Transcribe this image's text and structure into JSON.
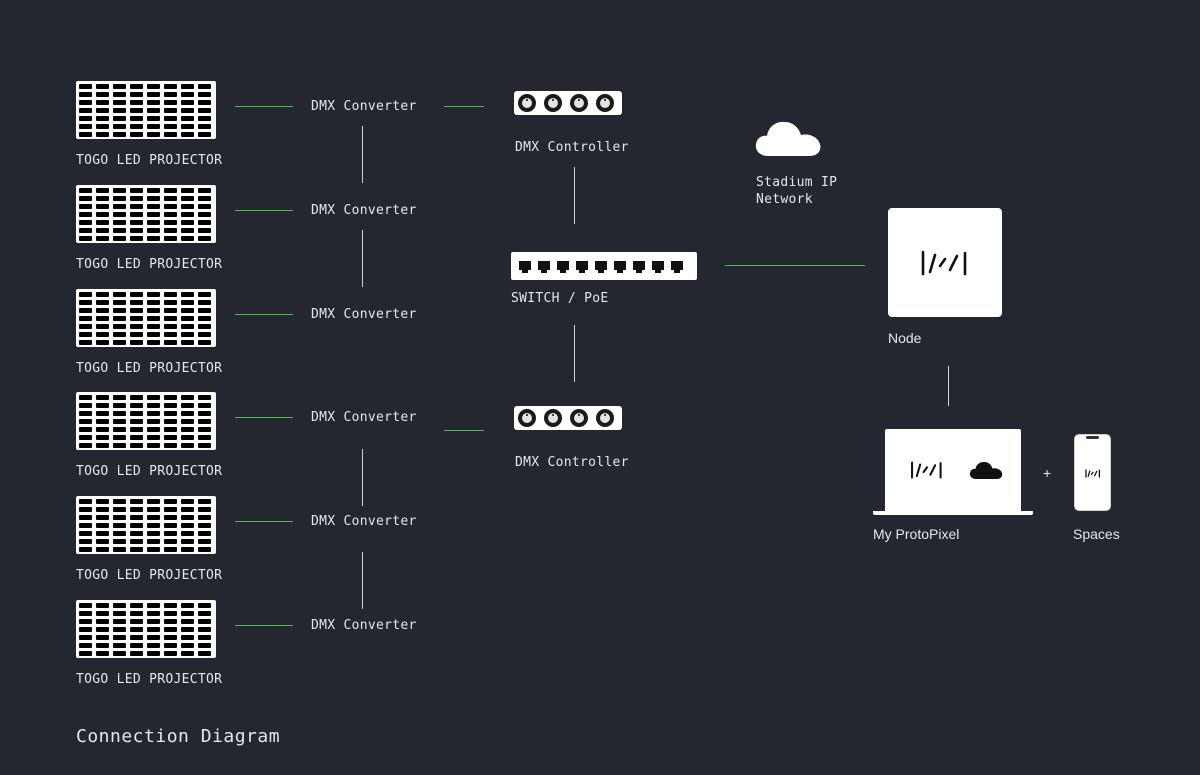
{
  "projectors": [
    {
      "label": "TOGO LED PROJECTOR",
      "converter": "DMX Converter"
    },
    {
      "label": "TOGO LED PROJECTOR",
      "converter": "DMX Converter"
    },
    {
      "label": "TOGO LED PROJECTOR",
      "converter": "DMX Converter"
    },
    {
      "label": "TOGO LED PROJECTOR",
      "converter": "DMX Converter"
    },
    {
      "label": "TOGO LED PROJECTOR",
      "converter": "DMX Converter"
    },
    {
      "label": "TOGO LED PROJECTOR",
      "converter": "DMX Converter"
    }
  ],
  "controllers": [
    "DMX Controller",
    "DMX Controller"
  ],
  "switch_label": "SWITCH / PoE",
  "network": {
    "line1": "Stadium IP",
    "line2": "Network"
  },
  "node_label": "Node",
  "app_label": "My ProtoPixel",
  "plus": "+",
  "spaces_label": "Spaces",
  "footer_title": "Connection Diagram",
  "colors": {
    "background": "#24272f",
    "link_green": "#3ec33a",
    "device_white": "#ffffff"
  },
  "icons": [
    "led-panel-icon",
    "xlr-connector-icon",
    "ethernet-switch-icon",
    "cloud-icon",
    "protopixel-logo-icon",
    "laptop-icon",
    "phone-icon"
  ]
}
